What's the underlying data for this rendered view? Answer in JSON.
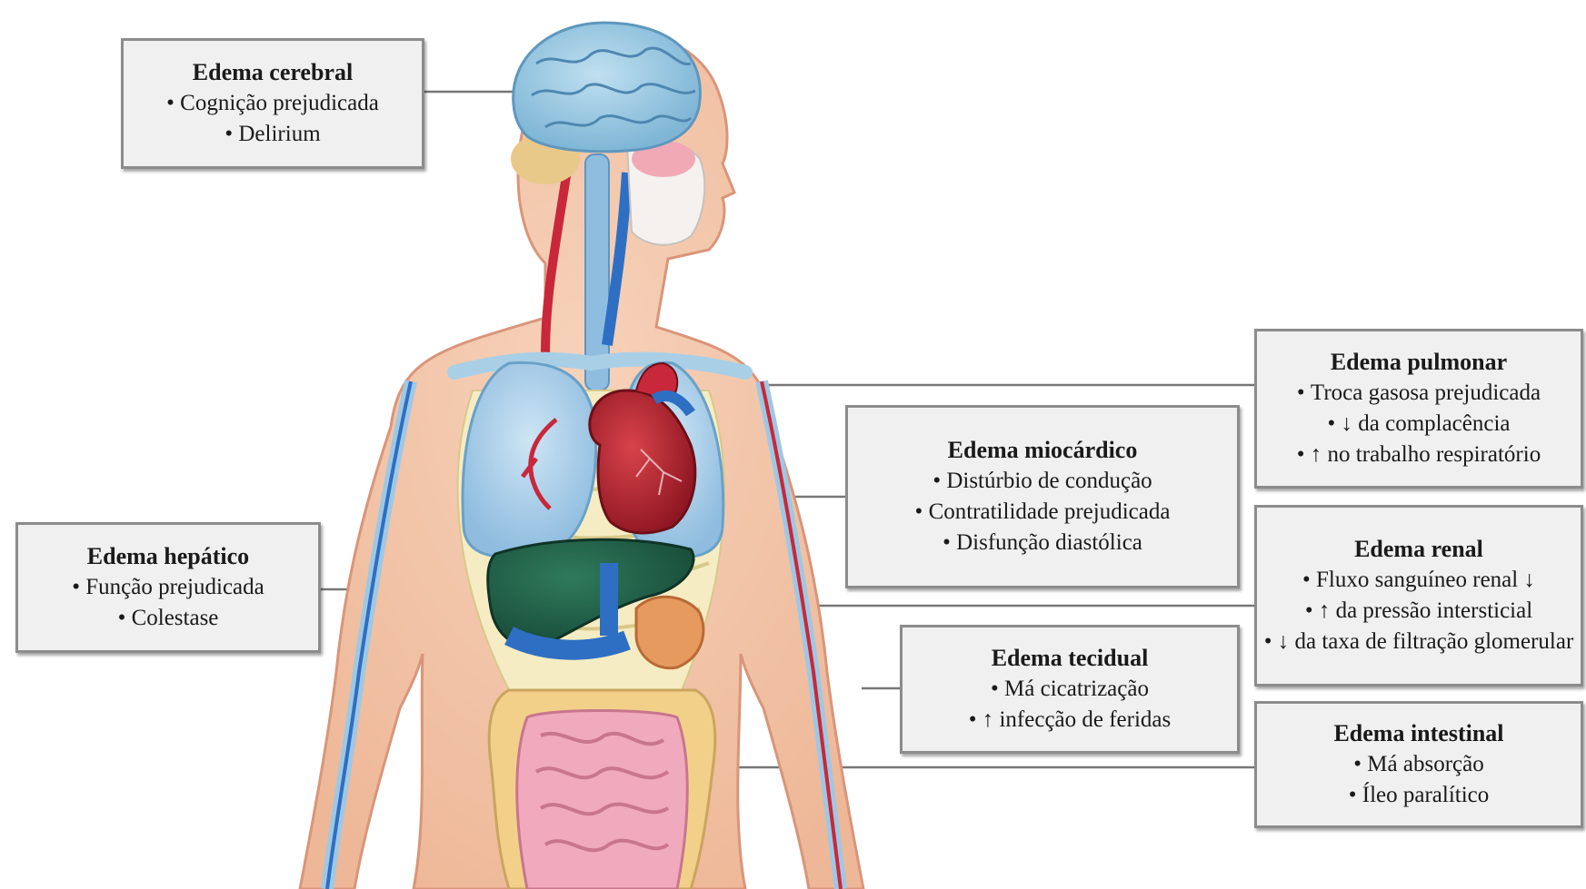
{
  "callouts": [
    {
      "id": "cerebral",
      "title": "Edema cerebral",
      "items": [
        "Cognição prejudicada",
        "Delirium"
      ]
    },
    {
      "id": "pulmonar",
      "title": "Edema pulmonar",
      "items": [
        "Troca gasosa prejudicada",
        "↓ da complacência",
        "↑ no trabalho respiratório"
      ]
    },
    {
      "id": "miocardico",
      "title": "Edema miocárdico",
      "items": [
        "Distúrbio de condução",
        "Contratilidade prejudicada",
        "Disfunção diastólica"
      ]
    },
    {
      "id": "hepatico",
      "title": "Edema hepático",
      "items": [
        "Função prejudicada",
        "Colestase"
      ]
    },
    {
      "id": "renal",
      "title": "Edema renal",
      "items": [
        "Fluxo sanguíneo renal ↓",
        "↑ da pressão intersticial",
        "↓ da taxa de filtração glomerular"
      ]
    },
    {
      "id": "tecidual",
      "title": "Edema tecidual",
      "items": [
        "Má cicatrização",
        "↑ infecção de feridas"
      ]
    },
    {
      "id": "intestinal",
      "title": "Edema intestinal",
      "items": [
        "Má absorção",
        "Íleo paralítico"
      ]
    }
  ],
  "colors": {
    "skin": "#f2c3a4",
    "skin_outline": "#d9957a",
    "brain": "#9ccbe3",
    "lung": "#a9d0ea",
    "heart": "#b3232e",
    "liver": "#1e5c46",
    "kidney": "#e79a5e",
    "colon": "#f2d08a",
    "small_intestine": "#f0a9bd",
    "bone": "#a9cfe6",
    "vein": "#2e6fc4",
    "artery": "#c8283a",
    "box_fill": "#f0f0f0",
    "box_border": "#8c8c8c",
    "leader_line": "#777777"
  }
}
